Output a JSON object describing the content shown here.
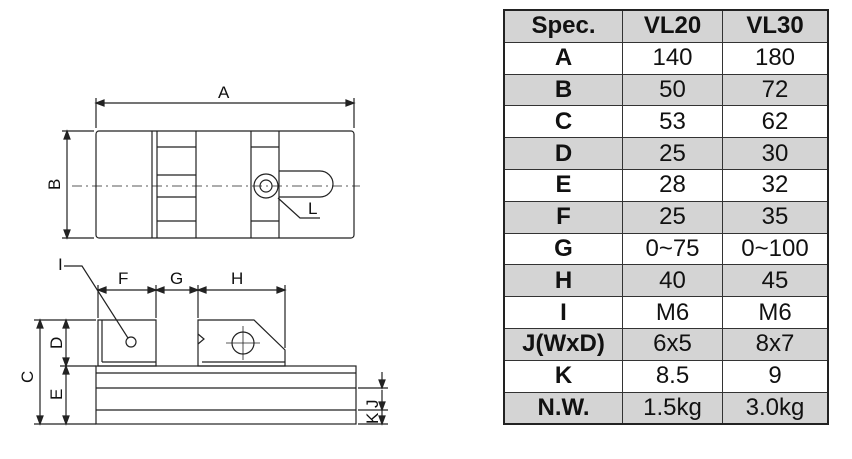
{
  "table": {
    "header": [
      "Spec.",
      "VL20",
      "VL30"
    ],
    "rows": [
      [
        "A",
        "140",
        "180"
      ],
      [
        "B",
        "50",
        "72"
      ],
      [
        "C",
        "53",
        "62"
      ],
      [
        "D",
        "25",
        "30"
      ],
      [
        "E",
        "28",
        "32"
      ],
      [
        "F",
        "25",
        "35"
      ],
      [
        "G",
        "0~75",
        "0~100"
      ],
      [
        "H",
        "40",
        "45"
      ],
      [
        "I",
        "M6",
        "M6"
      ],
      [
        "J(WxD)",
        "6x5",
        "8x7"
      ],
      [
        "K",
        "8.5",
        "9"
      ],
      [
        "N.W.",
        "1.5kg",
        "3.0kg"
      ]
    ]
  },
  "drawing": {
    "labels": {
      "a": "A",
      "b": "B",
      "c": "C",
      "d": "D",
      "e": "E",
      "f": "F",
      "g": "G",
      "h": "H",
      "i": "I",
      "j": "J",
      "k": "K",
      "l": "L"
    }
  },
  "colors": {
    "header_shade": "#d4d4d4",
    "line": "#222222"
  }
}
